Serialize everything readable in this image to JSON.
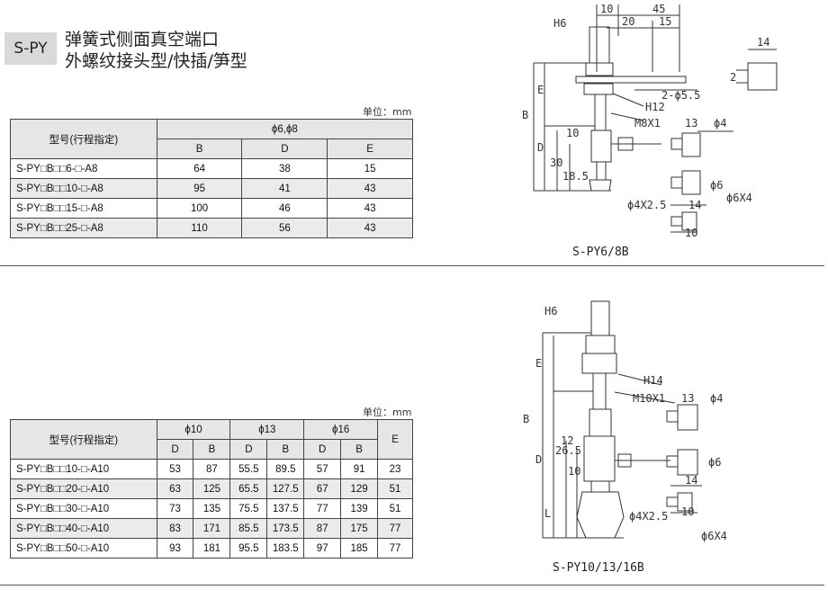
{
  "header": {
    "badge": "S-PY",
    "title_line1": "弹簧式侧面真空端口",
    "title_line2": "外螺纹接头型/快插/笋型"
  },
  "table1": {
    "unit": "单位：mm",
    "model_header": "型号(行程指定)",
    "group_header": "ϕ6,ϕ8",
    "columns": [
      "B",
      "D",
      "E"
    ],
    "rows": [
      {
        "model": "S-PY□B□□6-□-A8",
        "values": [
          "64",
          "38",
          "15"
        ]
      },
      {
        "model": "S-PY□B□□10-□-A8",
        "values": [
          "95",
          "41",
          "43"
        ]
      },
      {
        "model": "S-PY□B□□15-□-A8",
        "values": [
          "100",
          "46",
          "43"
        ]
      },
      {
        "model": "S-PY□B□□25-□-A8",
        "values": [
          "110",
          "56",
          "43"
        ]
      }
    ]
  },
  "table2": {
    "unit": "单位：mm",
    "model_header": "型号(行程指定)",
    "groups": [
      "ϕ10",
      "ϕ13",
      "ϕ16"
    ],
    "sub_columns": [
      "D",
      "B",
      "D",
      "B",
      "D",
      "B"
    ],
    "last_column": "E",
    "rows": [
      {
        "model": "S-PY□B□□10-□-A10",
        "values": [
          "53",
          "87",
          "55.5",
          "89.5",
          "57",
          "91",
          "23"
        ]
      },
      {
        "model": "S-PY□B□□20-□-A10",
        "values": [
          "63",
          "125",
          "65.5",
          "127.5",
          "67",
          "129",
          "51"
        ]
      },
      {
        "model": "S-PY□B□□30-□-A10",
        "values": [
          "73",
          "135",
          "75.5",
          "137.5",
          "77",
          "139",
          "51"
        ]
      },
      {
        "model": "S-PY□B□□40-□-A10",
        "values": [
          "83",
          "171",
          "85.5",
          "173.5",
          "87",
          "175",
          "77"
        ]
      },
      {
        "model": "S-PY□B□□50-□-A10",
        "values": [
          "93",
          "181",
          "95.5",
          "183.5",
          "97",
          "185",
          "77"
        ]
      }
    ]
  },
  "drawing1": {
    "caption": "S-PY6/8B",
    "labels": {
      "d10": "10",
      "d45": "45",
      "d20": "20",
      "d15": "15",
      "h6": "H6",
      "d14": "14",
      "e": "E",
      "b": "B",
      "d": "D",
      "two_phi55": "2-ϕ5.5",
      "two": "2",
      "h12": "H12",
      "m8x1": "M8X1",
      "d13": "13",
      "phi4": "ϕ4",
      "d10b": "10",
      "d30": "30",
      "d185": "18.5",
      "phi4x25": "ϕ4X2.5",
      "phi6": "ϕ6",
      "phi6x4": "ϕ6X4",
      "d14b": "14",
      "d10c": "10"
    }
  },
  "drawing2": {
    "caption": "S-PY10/13/16B",
    "labels": {
      "h6": "H6",
      "e": "E",
      "h14": "H14",
      "m10x1": "M10X1",
      "d13": "13",
      "phi4": "ϕ4",
      "b": "B",
      "d": "D",
      "d265": "26.5",
      "d12": "12",
      "d10": "10",
      "phi6": "ϕ6",
      "d14": "14",
      "phi4x25": "ϕ4X2.5",
      "d10b": "10",
      "l": "L",
      "phi6x4": "ϕ6X4"
    }
  }
}
